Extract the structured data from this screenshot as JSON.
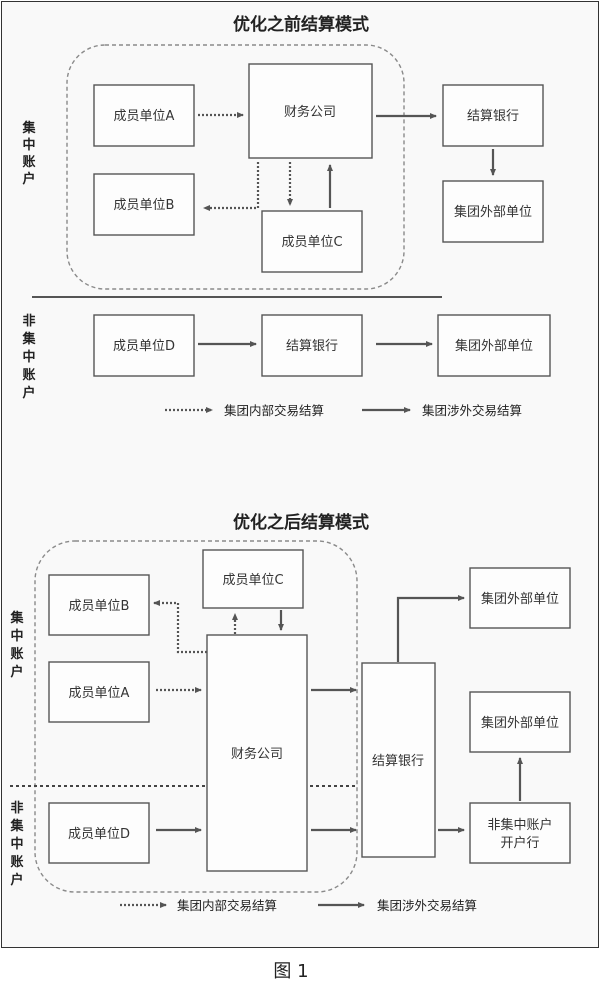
{
  "top": {
    "title": "优化之前结算模式",
    "side_centralized": [
      "集",
      "中",
      "账",
      "户"
    ],
    "side_non_centralized": [
      "非",
      "集",
      "中",
      "账",
      "户"
    ],
    "nodes": {
      "member_a": "成员单位A",
      "member_b": "成员单位B",
      "member_c": "成员单位C",
      "member_d": "成员单位D",
      "finance_company": "财务公司",
      "settlement_bank": "结算银行",
      "settlement_bank_2": "结算银行",
      "external_unit": "集团外部单位",
      "external_unit_2": "集团外部单位"
    },
    "legend": {
      "internal": "集团内部交易结算",
      "external": "集团涉外交易结算"
    }
  },
  "bottom": {
    "title": "优化之后结算模式",
    "side_centralized": [
      "集",
      "中",
      "账",
      "户"
    ],
    "side_non_centralized": [
      "非",
      "集",
      "中",
      "账",
      "户"
    ],
    "nodes": {
      "member_c": "成员单位C",
      "member_b": "成员单位B",
      "member_a": "成员单位A",
      "member_d": "成员单位D",
      "finance_company": "财务公司",
      "settlement_bank": "结算银行",
      "external_unit_1": "集团外部单位",
      "external_unit_2": "集团外部单位",
      "non_central_bank_line1": "非集中账户",
      "non_central_bank_line2": "开户行"
    },
    "legend": {
      "internal": "集团内部交易结算",
      "external": "集团涉外交易结算"
    }
  },
  "caption": "图 1"
}
